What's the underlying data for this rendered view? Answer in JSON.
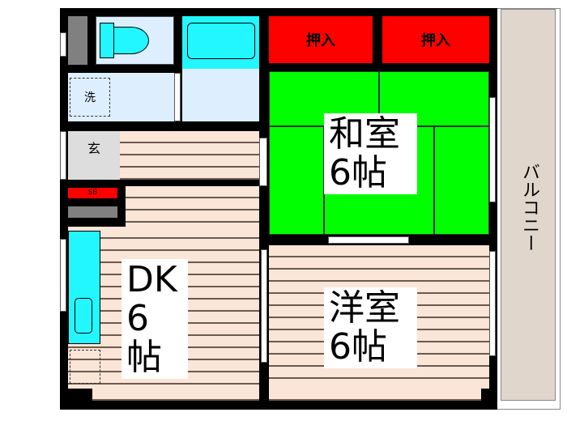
{
  "rooms": {
    "washitsu": {
      "name": "和室",
      "size": "6帖"
    },
    "youshitsu": {
      "name": "洋室",
      "size": "6帖"
    },
    "dk": {
      "name": "DK",
      "size": "6帖"
    },
    "closet_left": "押入",
    "closet_right": "押入",
    "laundry": "洗",
    "genkan": "玄",
    "shoe_box": "SB",
    "balcony": "バルコニー"
  },
  "colors": {
    "wall": "#000000",
    "closet": "#ff0000",
    "tatami": "#00ff00",
    "water": "#22f6ff",
    "wet_floor": "#ddeeff",
    "wood_floor": "#fbe5d6",
    "balcony": "#e0d6cc"
  }
}
